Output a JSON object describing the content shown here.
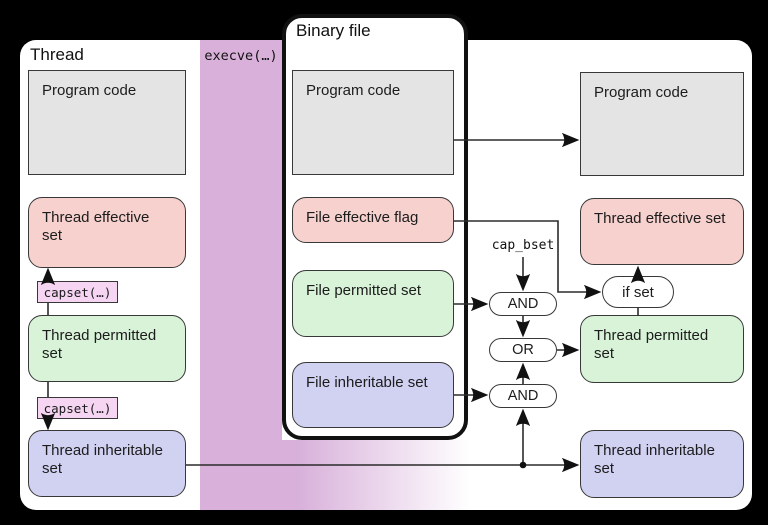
{
  "diagram": {
    "thread_before": {
      "title": "Thread",
      "program_code": "Program code",
      "effective_set": "Thread effective set",
      "capset_label_1": "capset(…)",
      "permitted_set": "Thread permitted set",
      "capset_label_2": "capset(…)",
      "inheritable_set": "Thread inheritable set"
    },
    "binary_file": {
      "title": "Binary file",
      "program_code": "Program code",
      "effective_flag": "File effective flag",
      "permitted_set": "File permitted set",
      "inheritable_set": "File inheritable set"
    },
    "thread_after": {
      "program_code": "Program code",
      "effective_set": "Thread effective set",
      "permitted_set": "Thread permitted set",
      "inheritable_set": "Thread inheritable set"
    },
    "operators": {
      "execve_label": "execve(…)",
      "cap_bset_label": "cap_bset",
      "and_gate_1": "AND",
      "or_gate": "OR",
      "and_gate_2": "AND",
      "if_set_gate": "if set"
    },
    "colors": {
      "effective_pink": "#f6d1ce",
      "permitted_green": "#d8f3d8",
      "inheritable_lavender": "#d1d1f2",
      "capset_pink": "#f5d5f2",
      "execve_band_purple": "#d8b0da",
      "program_code_gray": "#e4e4e4",
      "background": "#000000",
      "panel_white": "#ffffff"
    }
  }
}
